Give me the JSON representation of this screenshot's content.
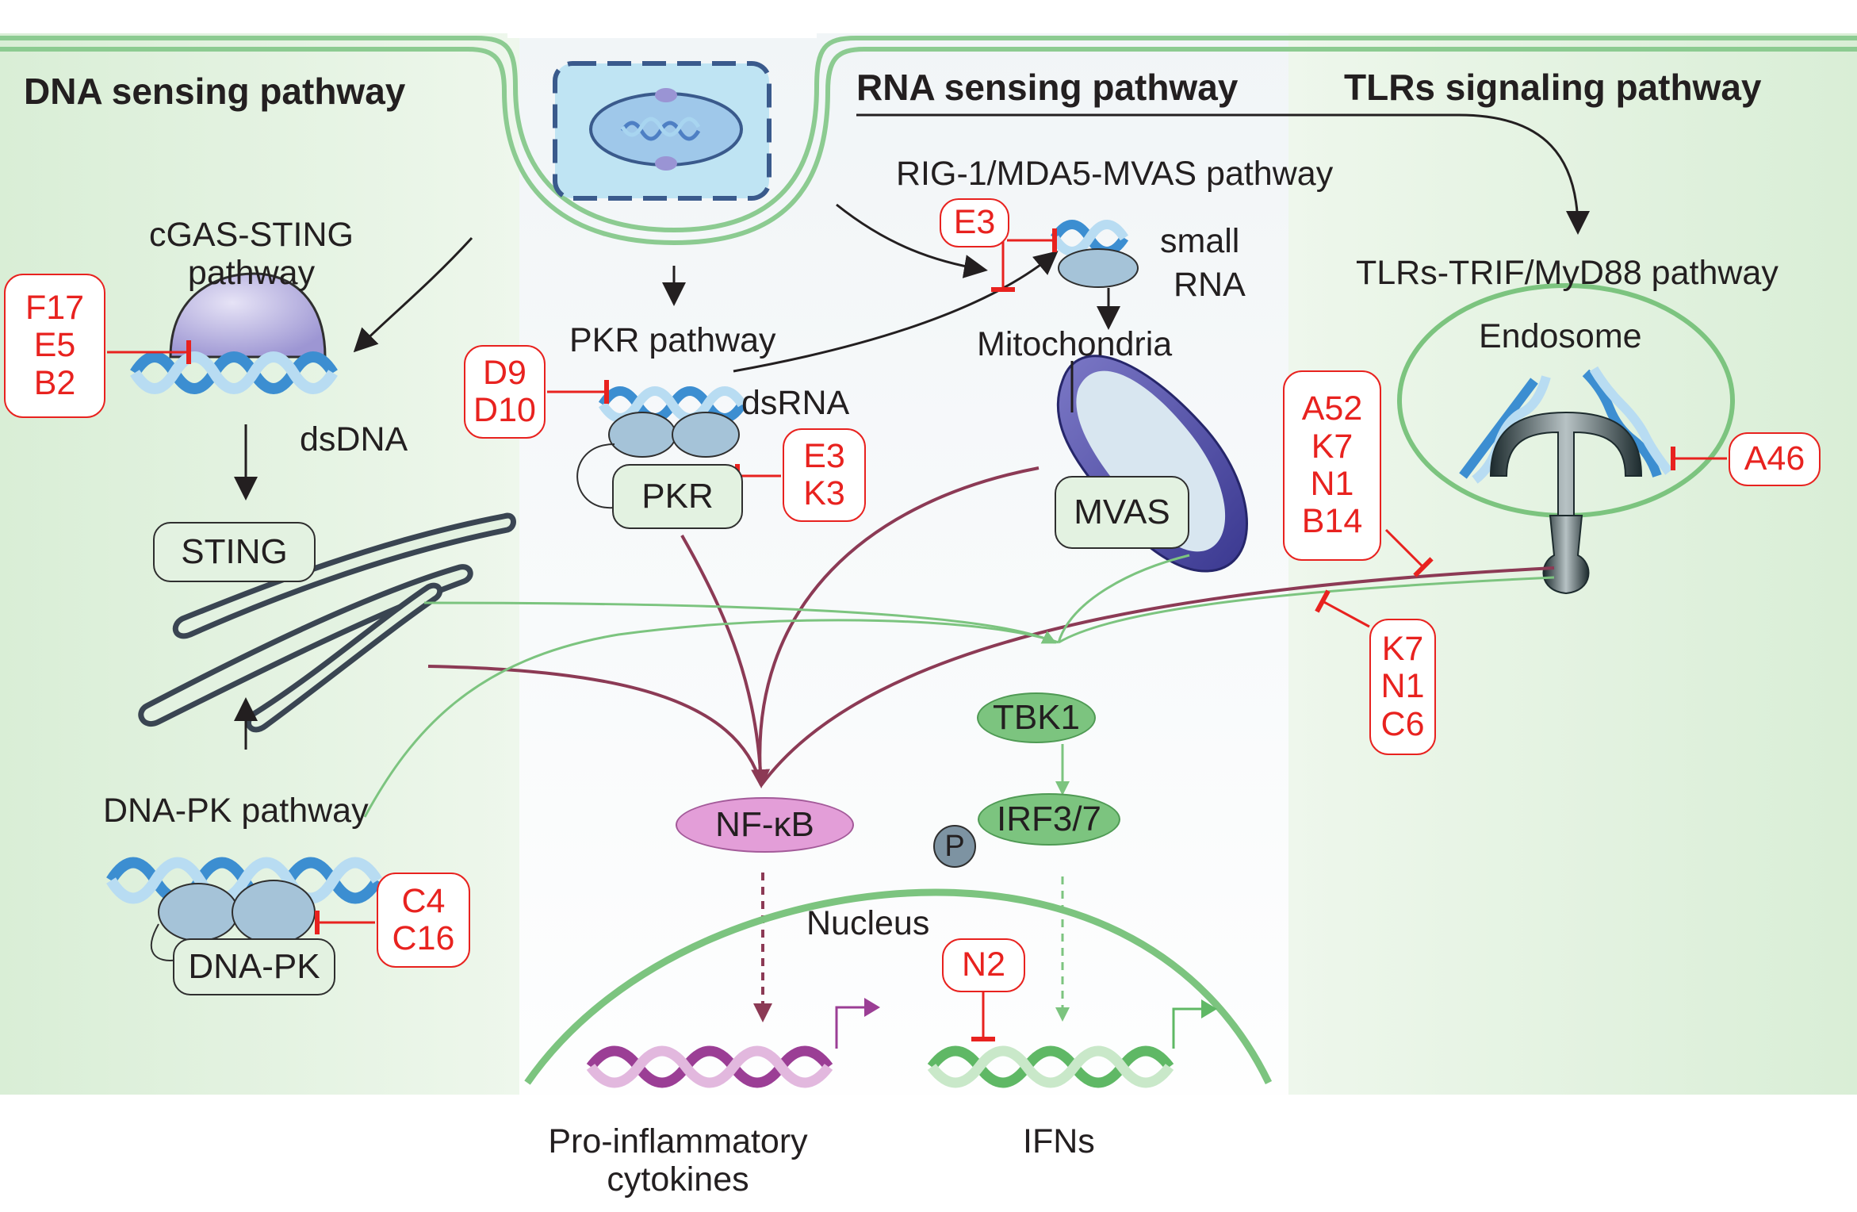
{
  "headers": {
    "dna": "DNA sensing pathway",
    "rna": "RNA sensing pathway",
    "tlr": "TLRs signaling pathway"
  },
  "labels": {
    "cgas_line1": "cGAS-STING",
    "cgas_line2": "pathway",
    "dsdna": "dsDNA",
    "sting": "STING",
    "dnapk_pathway": "DNA-PK pathway",
    "dnapk": "DNA-PK",
    "pkr_pathway": "PKR pathway",
    "dsrna": "dsRNA",
    "pkr": "PKR",
    "rig": "RIG-1/MDA5-MVAS pathway",
    "small": "small",
    "rna": "RNA",
    "mitochondria": "Mitochondria",
    "mvas": "MVAS",
    "tlrs_trif": "TLRs-TRIF/MyD88 pathway",
    "endosome": "Endosome",
    "tbk1": "TBK1",
    "irf": "IRF3/7",
    "p": "P",
    "nfkb": "NF-κB",
    "nucleus": "Nucleus",
    "pro1": "Pro-inflammatory",
    "pro2": "cytokines",
    "ifns": "IFNs"
  },
  "inhibitors": {
    "cgas": [
      "F17",
      "E5",
      "B2"
    ],
    "pkr_dsrna": [
      "D9",
      "D10"
    ],
    "pkr": [
      "E3",
      "K3"
    ],
    "rig": [
      "E3"
    ],
    "tlr_left": [
      "A52",
      "K7",
      "N1",
      "B14"
    ],
    "tlr_right": [
      "A46"
    ],
    "tlr_lower": [
      "K7",
      "N1",
      "C6"
    ],
    "dnapk": [
      "C4",
      "C16"
    ],
    "nucleus": [
      "N2"
    ]
  },
  "colors": {
    "inhibitor": "#e8221f",
    "nfkb_path": "#8c3a55",
    "irf_path": "#7cc47f",
    "membrane": "#8ccb91",
    "bg_green": "#e5f3e3"
  }
}
